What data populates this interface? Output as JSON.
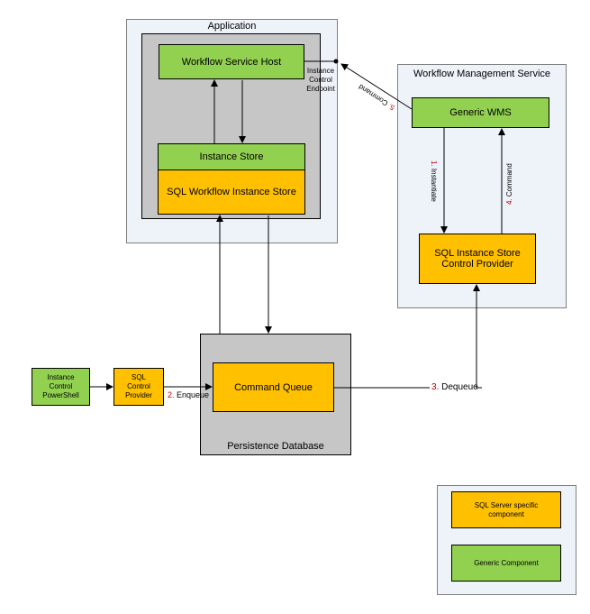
{
  "application": {
    "title": "Application"
  },
  "workflow_service_host": {
    "label": "Workflow Service Host"
  },
  "instance_store": {
    "label": "Instance Store"
  },
  "sql_workflow_instance_store": {
    "label": "SQL Workflow Instance Store"
  },
  "instance_control_endpoint": {
    "line1": "Instance",
    "line2": "Control",
    "line3": "Endpoint"
  },
  "wms": {
    "title": "Workflow Management Service",
    "generic": "Generic WMS",
    "provider_line1": "SQL Instance Store",
    "provider_line2": "Control Provider"
  },
  "steps": {
    "instantiate_num": "1.",
    "instantiate_text": "Instantiate",
    "enqueue_num": "2.",
    "enqueue_text": "Enqueue",
    "dequeue_num": "3.",
    "dequeue_text": "Dequeue",
    "command4_num": "4.",
    "command4_text": "Command",
    "command5_num": "5.",
    "command5_text": "Command"
  },
  "persistence": {
    "title": "Persistence Database",
    "queue": "Command Queue"
  },
  "powershell": {
    "line1": "Instance",
    "line2": "Control",
    "line3": "PowerShell"
  },
  "sql_control_provider": {
    "line1": "SQL",
    "line2": "Control",
    "line3": "Provider"
  },
  "legend": {
    "sql_line1": "SQL Server specific",
    "sql_line2": "component",
    "generic": "Generic Component"
  },
  "colors": {
    "generic": "#92d050",
    "sql_specific": "#ffc000",
    "container": "#eef3fa",
    "database": "#c6c6c6",
    "step_number": "#c00000"
  }
}
